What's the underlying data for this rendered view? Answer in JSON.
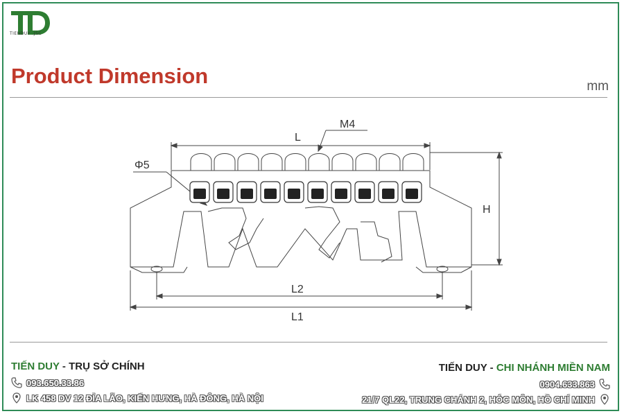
{
  "logo": {
    "letters": "TD",
    "sub": "TIENDUY .JSC"
  },
  "title": "Product Dimension",
  "unit": "mm",
  "labels": {
    "L": "L",
    "M4": "M4",
    "phi5": "Φ5",
    "H": "H",
    "L2": "L2",
    "L1": "L1"
  },
  "hq": {
    "brand": "TIẾN DUY",
    "sep": " - ",
    "name": "TRỤ SỞ CHÍNH",
    "phone": "093.650.33.86",
    "address": "LK 458 DV 12 ĐỈA LÃO, KIẾN HƯNG, HÀ ĐÔNG, HÀ NỘI"
  },
  "south": {
    "brand": "TIẾN DUY",
    "sep": " - ",
    "name": "CHI NHÁNH MIỀN NAM",
    "phone": "0904.633.863",
    "address": "21/7 QL22, TRUNG CHÁNH 2, HÓC MÔN, HỒ CHÍ MINH"
  },
  "icons": {
    "phone": "phone-icon",
    "location": "location-pin-icon"
  },
  "colors": {
    "frame": "#2e8b57",
    "title": "#c0392b",
    "brand": "#2e7d32"
  }
}
